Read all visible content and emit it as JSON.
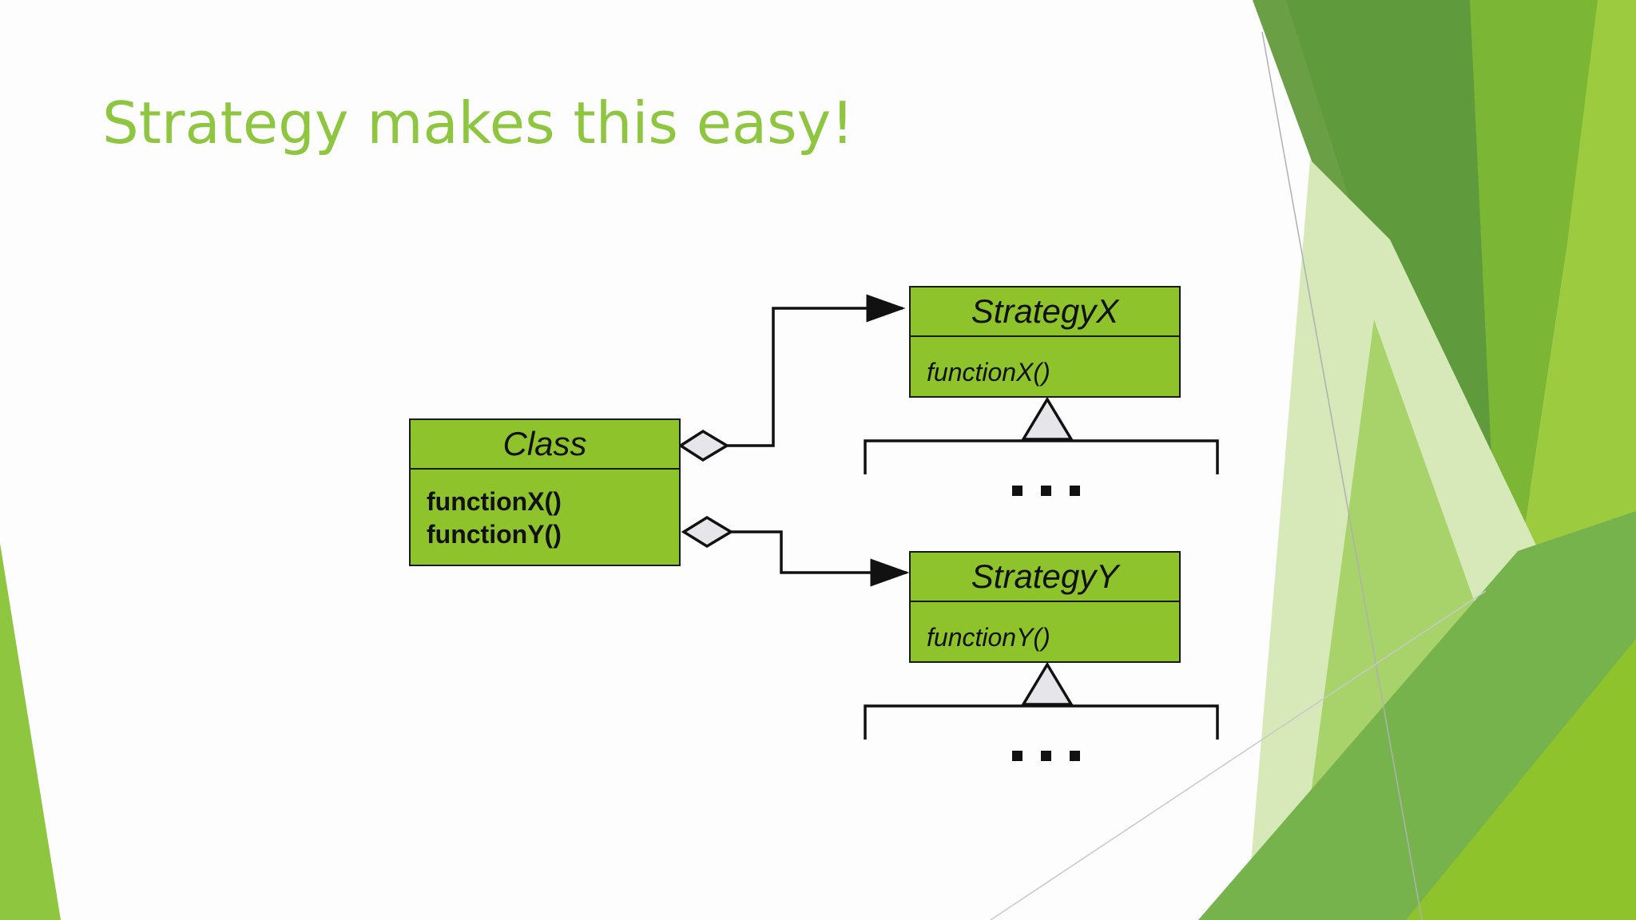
{
  "slide": {
    "title": "Strategy makes this easy!"
  },
  "diagram": {
    "class_box": {
      "name": "Class",
      "methods": [
        "functionX()",
        "functionY()"
      ]
    },
    "strategies": [
      {
        "name": "StrategyX",
        "methods": [
          "functionX()"
        ],
        "continuation": "..."
      },
      {
        "name": "StrategyY",
        "methods": [
          "functionY()"
        ],
        "continuation": "..."
      }
    ]
  },
  "colors": {
    "title": "#8ec63f",
    "box_fill": "#8ec32b",
    "line": "#111111",
    "diamond_fill": "#e6e6ea",
    "accent_dark": "#5a8f3a",
    "accent_light": "#9ccb3f"
  }
}
